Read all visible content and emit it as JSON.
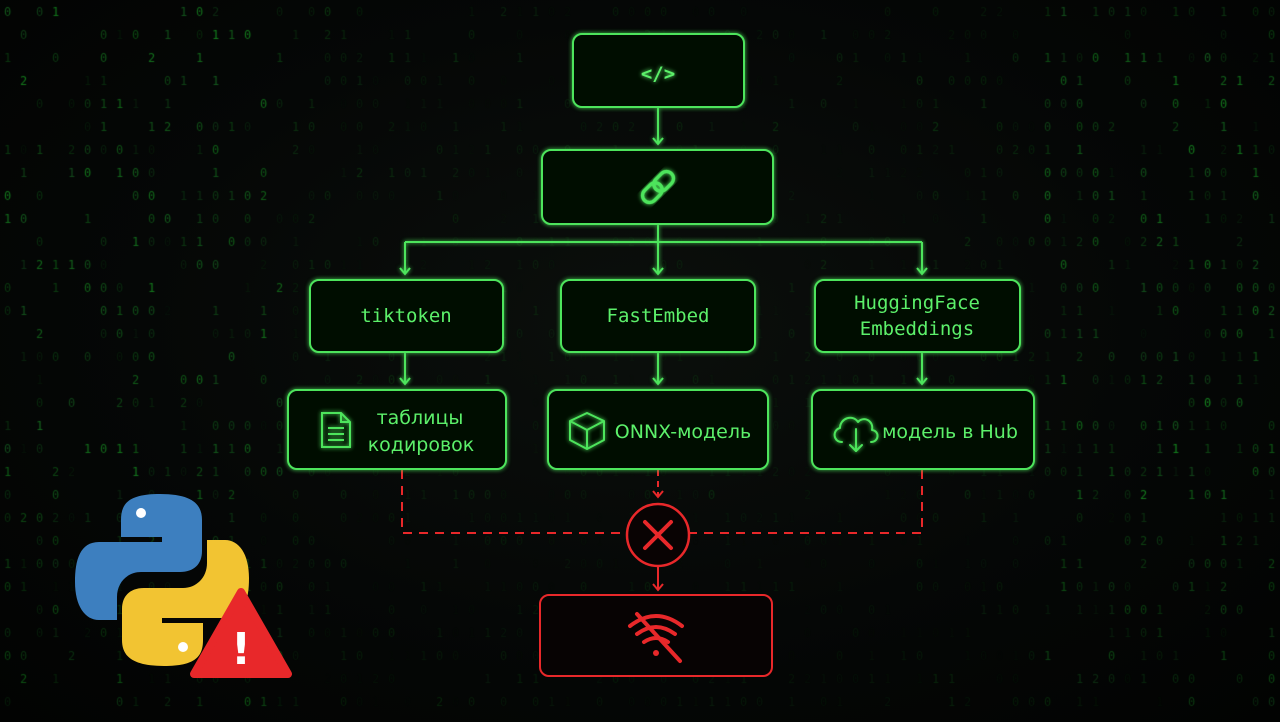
{
  "colors": {
    "green": "#4ee45c",
    "green_text": "#5cf06a",
    "red": "#e8282a",
    "python_blue": "#3d7fbf",
    "python_yellow": "#f2c432"
  },
  "nodes": {
    "root": {
      "icon": "code-brackets-icon",
      "label": "</>"
    },
    "link": {
      "icon": "chain-link-icon"
    },
    "tiktoken": {
      "label": "tiktoken"
    },
    "fastembed": {
      "label": "FastEmbed"
    },
    "hf": {
      "line1": "HuggingFace",
      "line2": "Embeddings"
    },
    "tables": {
      "icon": "document-icon",
      "line1": "таблицы",
      "line2": "кодировок"
    },
    "onnx": {
      "icon": "cube-icon",
      "label": "ONNX-модель"
    },
    "hub": {
      "icon": "cloud-download-icon",
      "label": "модель в Hub"
    },
    "fail": {
      "icon": "x-icon"
    },
    "offline": {
      "icon": "wifi-off-icon"
    }
  },
  "badges": {
    "python": {
      "icon": "python-logo-icon"
    },
    "warning": {
      "icon": "warning-triangle-icon",
      "label": "!"
    }
  }
}
